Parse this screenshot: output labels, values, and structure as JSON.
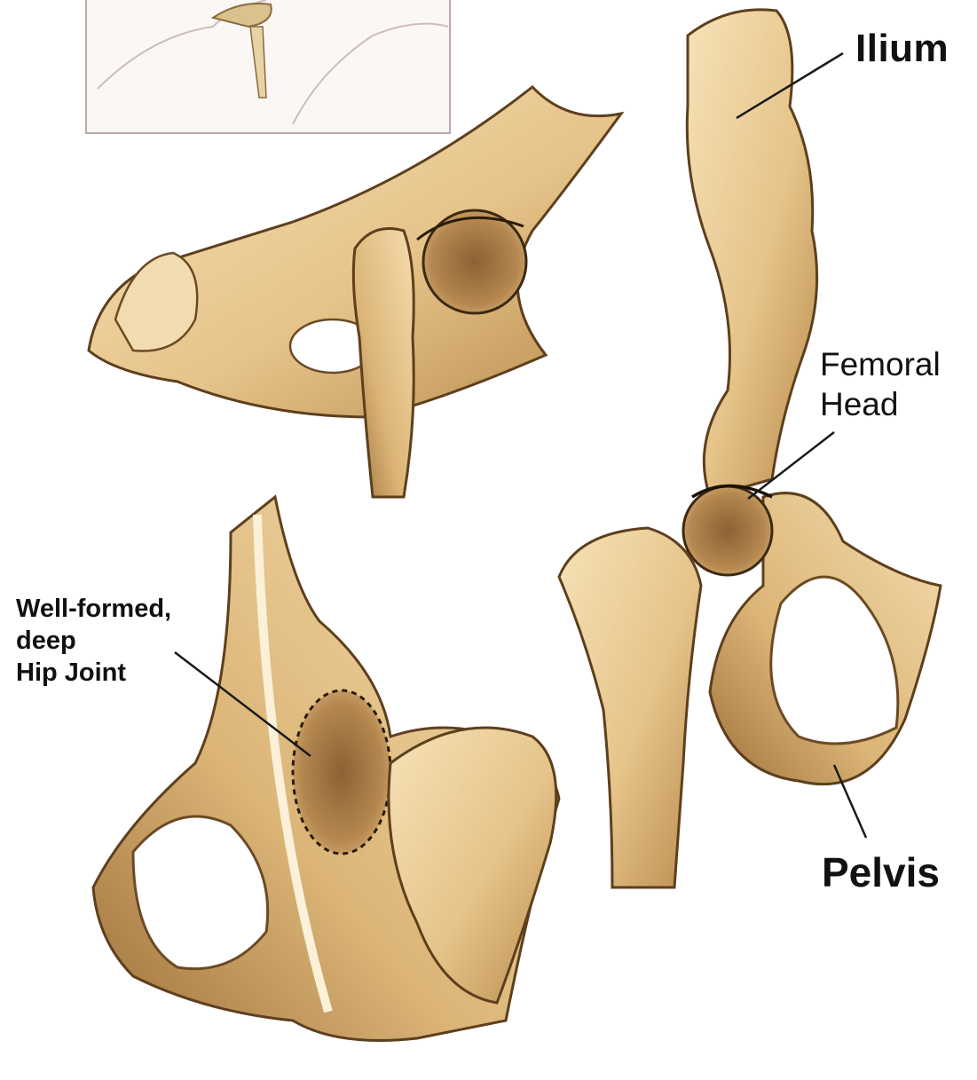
{
  "labels": {
    "ilium": "Ilium",
    "femoral_head": [
      "Femoral",
      "Head"
    ],
    "hip_joint": [
      "Well-formed,",
      "deep",
      "Hip Joint"
    ],
    "pelvis": "Pelvis"
  },
  "colors": {
    "background": "#ffffff",
    "bone_light": "#f3dcae",
    "bone_mid": "#e3bf83",
    "bone_shadow": "#a0763f",
    "bone_dark": "#6b4a24",
    "outline": "#5e3f1d",
    "inset_frame": "#b9a9a2",
    "label_text": "#111111",
    "leader_line": "#1a1a1a"
  }
}
